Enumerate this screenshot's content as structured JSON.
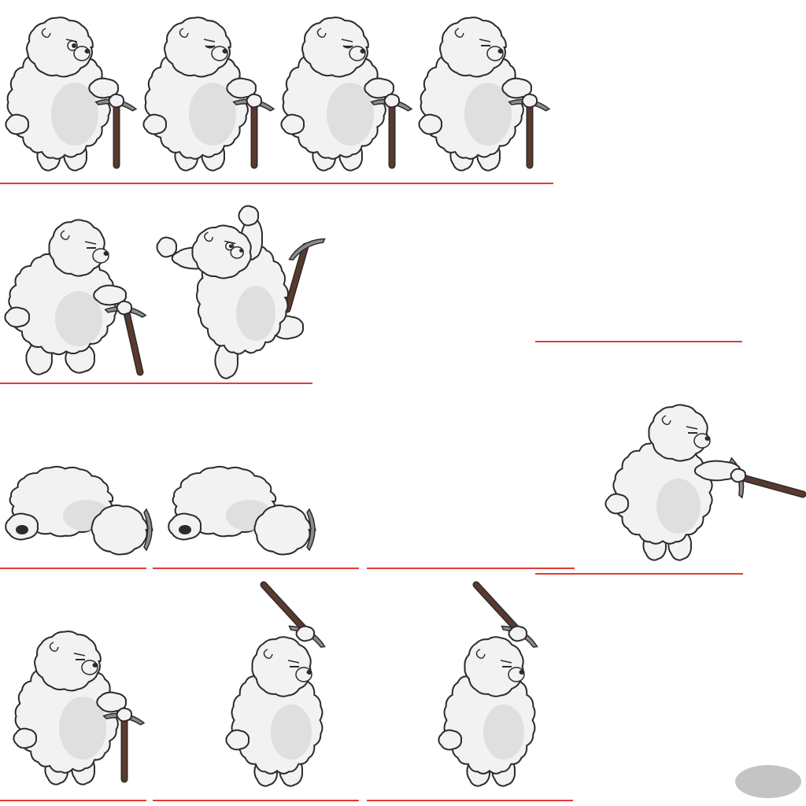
{
  "sheet": {
    "subject": "polar-bear-with-pickaxe",
    "background_color": "#ffffff",
    "baseline_color": "#e53935",
    "fur_color": "#f2f2f2",
    "fur_shade_color": "#cfcfcf",
    "outline_color": "#2b2b2b",
    "handle_color": "#5a3a2e",
    "pick_head_color": "#8c8c8c",
    "indicator_color": "#c4c4c4"
  },
  "rows": [
    {
      "name": "idle",
      "frames": [
        {
          "pose": "stand-cane",
          "tool": "pickaxe-cane",
          "facing": "right",
          "eyes": "open"
        },
        {
          "pose": "stand-cane",
          "tool": "pickaxe-cane",
          "facing": "right",
          "eyes": "half"
        },
        {
          "pose": "stand-cane",
          "tool": "pickaxe-cane",
          "facing": "right",
          "eyes": "half"
        },
        {
          "pose": "stand-cane",
          "tool": "pickaxe-cane",
          "facing": "right",
          "eyes": "closed"
        }
      ]
    },
    {
      "name": "move",
      "frames": [
        {
          "pose": "walk",
          "tool": "pickaxe-cane",
          "facing": "right",
          "eyes": "closed"
        },
        {
          "pose": "jump-cheer",
          "tool": "pickaxe-thrown",
          "facing": "right",
          "eyes": "open"
        }
      ]
    },
    {
      "name": "down-and-attack",
      "frames": [
        {
          "pose": "lying",
          "tool": "pickaxe-under",
          "facing": "right",
          "eyes": "closed"
        },
        {
          "pose": "lying",
          "tool": "pickaxe-under",
          "facing": "right",
          "eyes": "closed"
        },
        {
          "pose": "thrust",
          "tool": "pickaxe-thrust",
          "facing": "right",
          "eyes": "closed"
        }
      ]
    },
    {
      "name": "swing",
      "frames": [
        {
          "pose": "stand-cane",
          "tool": "pickaxe-cane",
          "facing": "right",
          "eyes": "closed"
        },
        {
          "pose": "overhead",
          "tool": "pickaxe-back",
          "facing": "right",
          "eyes": "closed"
        },
        {
          "pose": "overhead",
          "tool": "pickaxe-back",
          "facing": "right",
          "eyes": "closed"
        }
      ]
    }
  ]
}
